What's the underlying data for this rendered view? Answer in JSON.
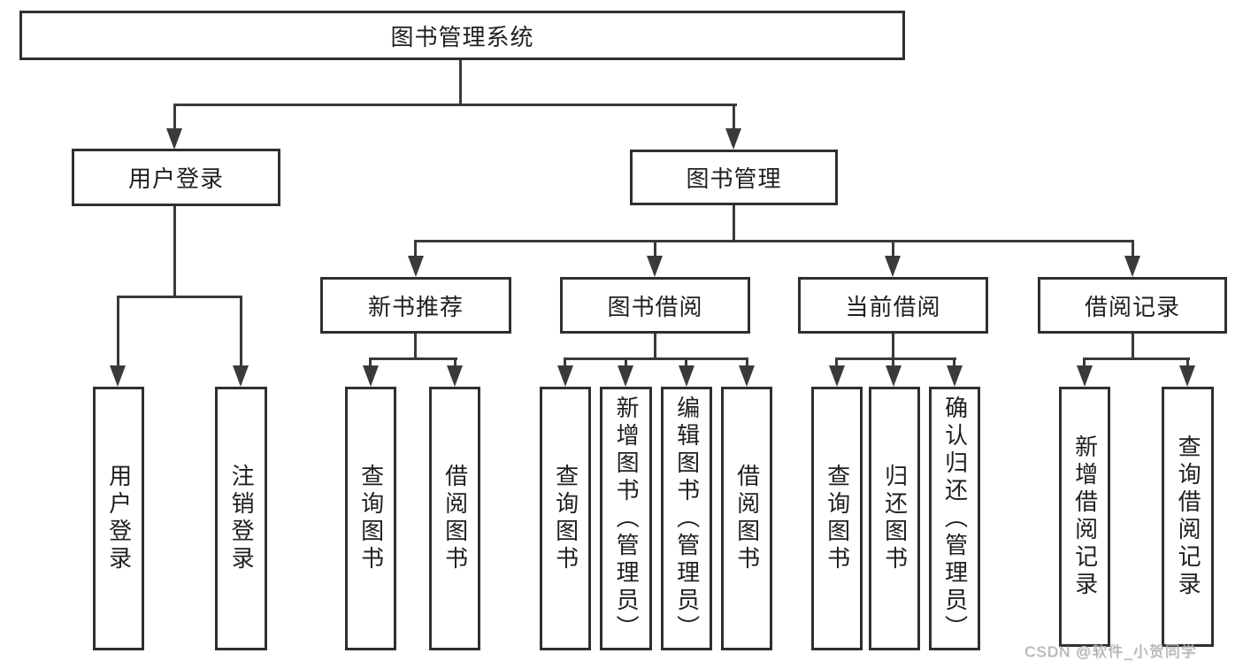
{
  "diagram": {
    "title": "图书管理系统",
    "level2": {
      "user_login": "用户登录",
      "book_management": "图书管理"
    },
    "level3": {
      "new_book_recommend": "新书推荐",
      "book_borrowing": "图书借阅",
      "current_borrowing": "当前借阅",
      "borrowing_records": "借阅记录"
    },
    "leaves": {
      "user_login": "用户登录",
      "logout": "注销登录",
      "nbr_query_books": "查询图书",
      "nbr_borrow_books": "借阅图书",
      "bb_query_books": "查询图书",
      "bb_add_books_admin": "新增图书（管理员）",
      "bb_edit_books_admin": "编辑图书（管理员）",
      "bb_borrow_books": "借阅图书",
      "cb_query_books": "查询图书",
      "cb_return_books": "归还图书",
      "cb_confirm_return_admin": "确认归还（管理员）",
      "br_add_record": "新增借阅记录",
      "br_query_record": "查询借阅记录"
    },
    "watermark": "CSDN @软件_小贺同学",
    "colors": {
      "line": "#3a3a3a",
      "border": "#2f2f2f",
      "text": "#1f1f1f",
      "watermark": "#b0b0b0",
      "background": "#ffffff"
    }
  }
}
